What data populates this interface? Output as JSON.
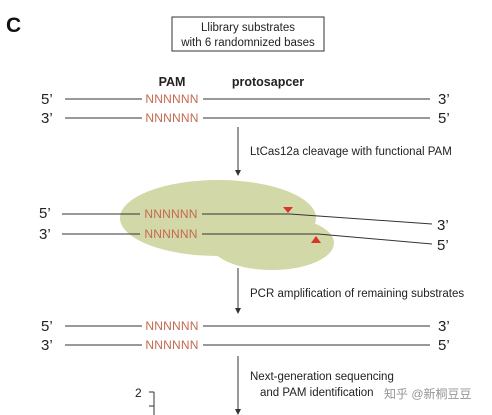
{
  "panel_label": "C",
  "library_box": {
    "line1": "Llibrary substrates",
    "line2": "with 6 randomnized bases"
  },
  "headers": {
    "pam": "PAM",
    "protospacer": "protosapcer"
  },
  "strands": {
    "five_prime": "5’",
    "three_prime": "3’",
    "pam_sequence": "NNNNNN"
  },
  "steps": {
    "cleavage": "LtCas12a cleavage with functional PAM",
    "pcr": "PCR amplification of remaining substrates",
    "ngs_line1": "Next-generation sequencing",
    "ngs_line2": "and PAM identification"
  },
  "axis_tick": "2",
  "watermark": "知乎 @新桐豆豆",
  "colors": {
    "pam_text": "#c5694f",
    "enzyme_fill": "#d3d8a8",
    "cut_marker": "#d8342c",
    "line": "#333333"
  }
}
